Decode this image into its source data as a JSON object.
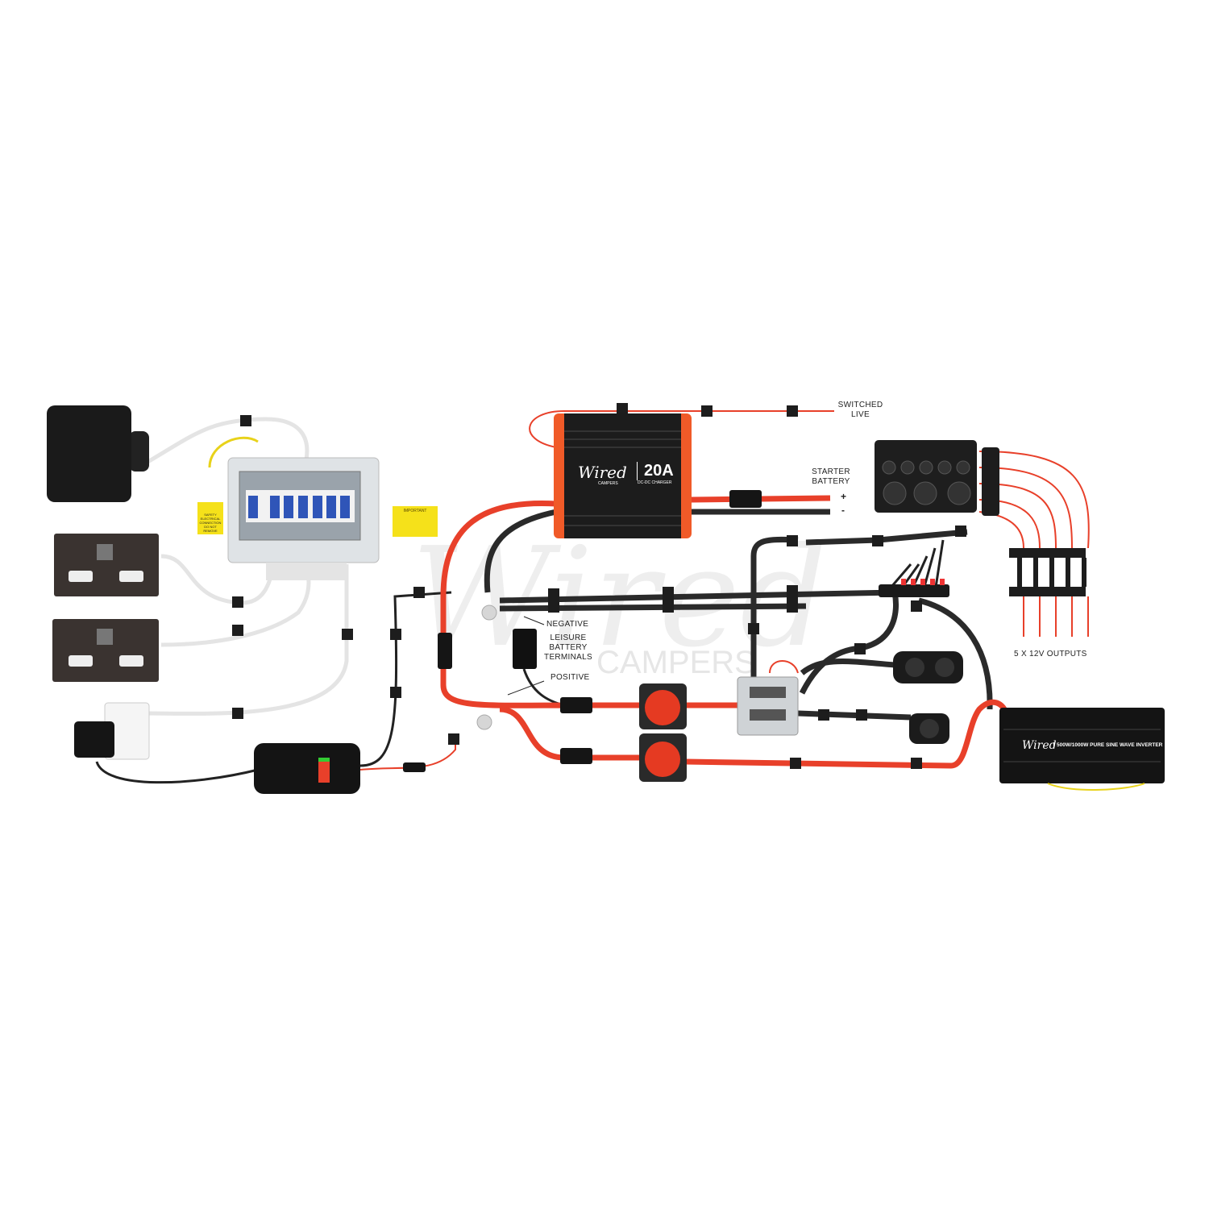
{
  "labels": {
    "switched_live": [
      "SWITCHED",
      "LIVE"
    ],
    "starter_battery": [
      "STARTER",
      "BATTERY"
    ],
    "plus": "+",
    "minus": "-",
    "negative": "NEGATIVE",
    "leisure_battery_terminals": [
      "LEISURE",
      "BATTERY",
      "TERMINALS"
    ],
    "positive": "POSITIVE",
    "outputs": "5 X 12V OUTPUTS"
  },
  "dcdc_charger": {
    "brand": "Wired",
    "brand_sub": "CAMPERS",
    "rating": "20A",
    "type": "DC-DC CHARGER",
    "color": "#f05a28"
  },
  "inverter": {
    "brand": "Wired",
    "model": "500W/1000W PURE SINE WAVE INVERTER"
  },
  "stickers": {
    "safety": [
      "SAFETY",
      "ELECTRICAL",
      "CONNECTION",
      "DO NOT",
      "REMOVE"
    ],
    "important": "IMPORTANT"
  },
  "watermark": {
    "brand": "Wired",
    "sub": "CAMPERS"
  },
  "colors": {
    "positive_wire": "#e8402a",
    "negative_wire": "#2a2a2a",
    "mains_wire": "#e6e6e6",
    "sticker": "#f5e11a"
  }
}
